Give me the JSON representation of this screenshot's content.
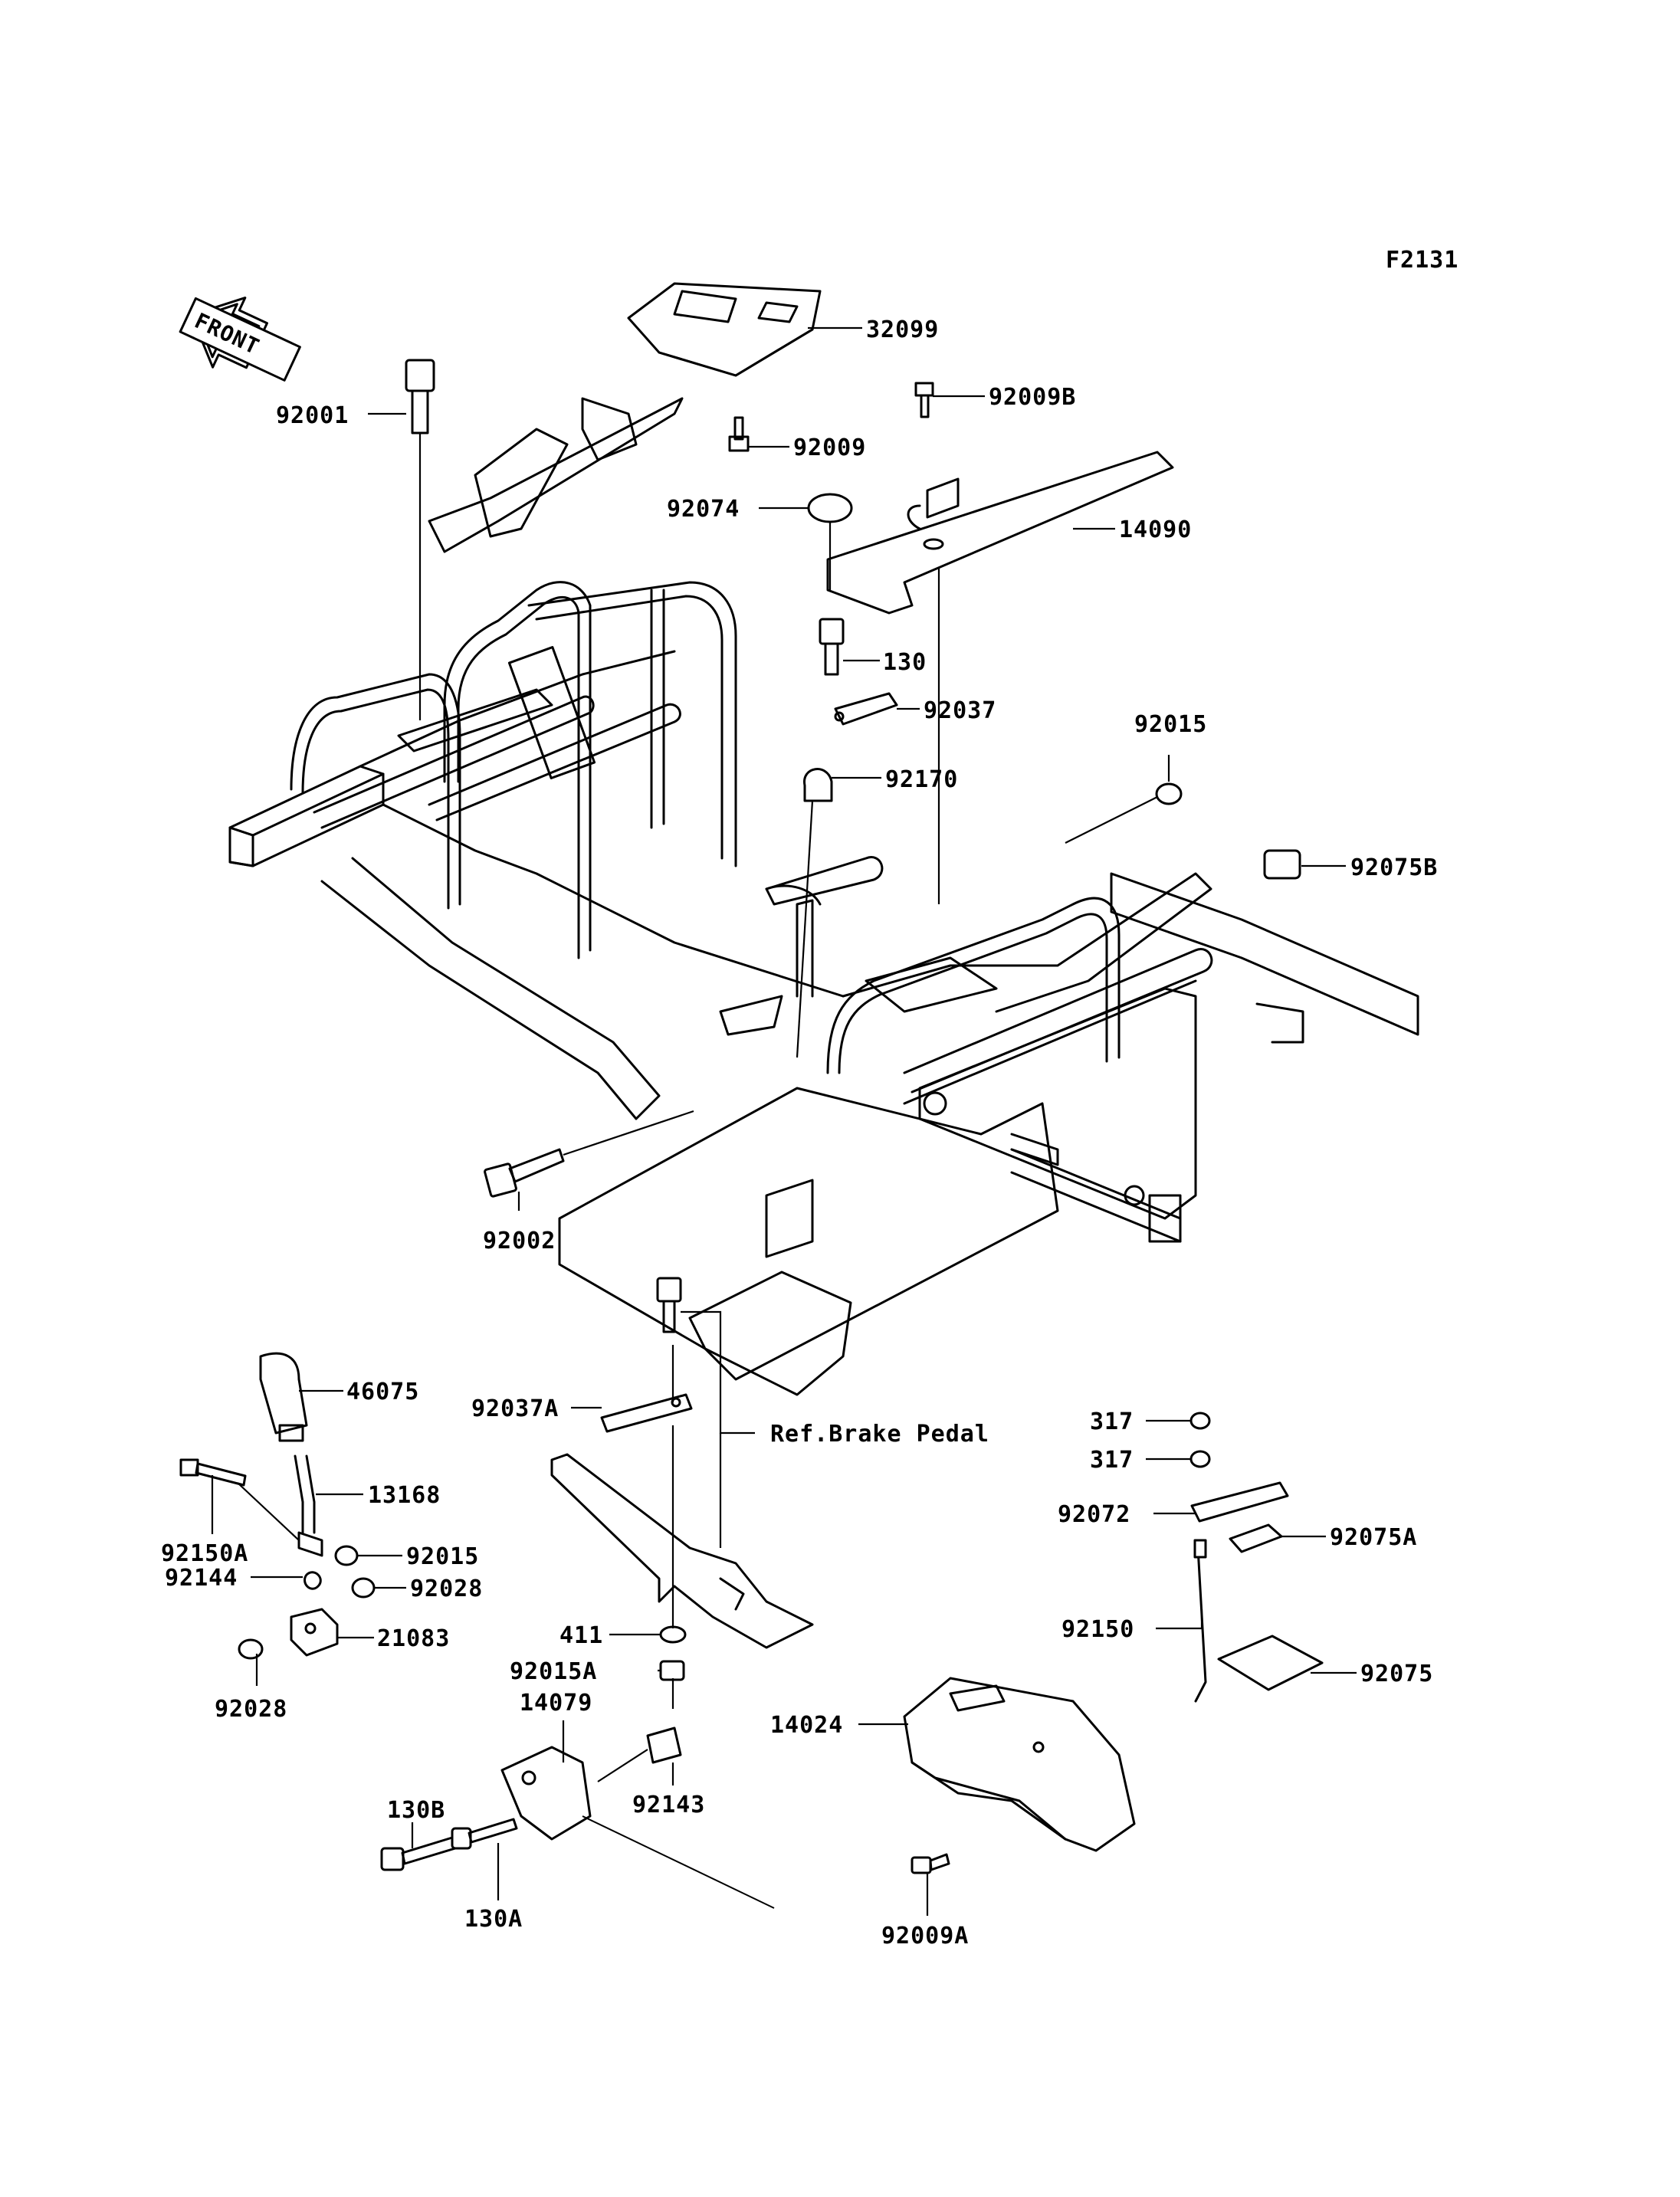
{
  "figure_id": "F2131",
  "front_label": "FRONT",
  "ref_note": "Ref.Brake Pedal",
  "parts": [
    {
      "key": "p32099",
      "label": "32099"
    },
    {
      "key": "p92001",
      "label": "92001"
    },
    {
      "key": "p92009",
      "label": "92009"
    },
    {
      "key": "p92009B",
      "label": "92009B"
    },
    {
      "key": "p92074",
      "label": "92074"
    },
    {
      "key": "p14090",
      "label": "14090"
    },
    {
      "key": "p130",
      "label": "130"
    },
    {
      "key": "p92037",
      "label": "92037"
    },
    {
      "key": "p92015_top",
      "label": "92015"
    },
    {
      "key": "p92170",
      "label": "92170"
    },
    {
      "key": "p92075B",
      "label": "92075B"
    },
    {
      "key": "p92002",
      "label": "92002"
    },
    {
      "key": "p46075",
      "label": "46075"
    },
    {
      "key": "p92037A",
      "label": "92037A"
    },
    {
      "key": "p13168",
      "label": "13168"
    },
    {
      "key": "p92150A",
      "label": "92150A"
    },
    {
      "key": "p92015_lever",
      "label": "92015"
    },
    {
      "key": "p92144",
      "label": "92144"
    },
    {
      "key": "p92028_r",
      "label": "92028"
    },
    {
      "key": "p21083",
      "label": "21083"
    },
    {
      "key": "p92028_l",
      "label": "92028"
    },
    {
      "key": "p411",
      "label": "411"
    },
    {
      "key": "p92015A",
      "label": "92015A"
    },
    {
      "key": "p14079",
      "label": "14079"
    },
    {
      "key": "p92143",
      "label": "92143"
    },
    {
      "key": "p130B",
      "label": "130B"
    },
    {
      "key": "p130A",
      "label": "130A"
    },
    {
      "key": "p317_a",
      "label": "317"
    },
    {
      "key": "p317_b",
      "label": "317"
    },
    {
      "key": "p92072",
      "label": "92072"
    },
    {
      "key": "p92075A",
      "label": "92075A"
    },
    {
      "key": "p92150",
      "label": "92150"
    },
    {
      "key": "p92075",
      "label": "92075"
    },
    {
      "key": "p14024",
      "label": "14024"
    },
    {
      "key": "p92009A",
      "label": "92009A"
    }
  ]
}
